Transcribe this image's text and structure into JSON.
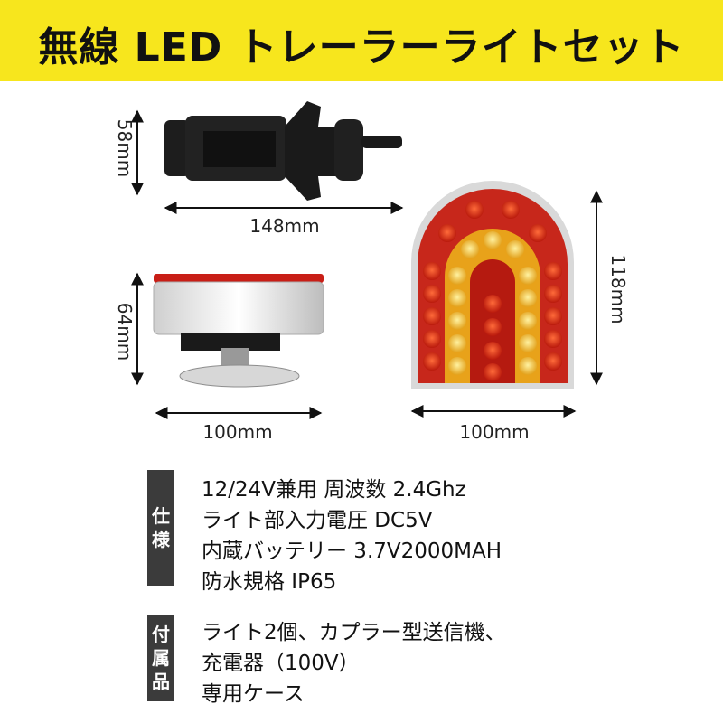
{
  "banner": {
    "title": "無線 LED トレーラーライトセット"
  },
  "dimensions": {
    "connector_height": "58mm",
    "connector_width": "148mm",
    "lamp_side_height": "64mm",
    "lamp_side_width": "100mm",
    "lamp_front_width": "100mm",
    "lamp_front_height": "118mm"
  },
  "specs": {
    "label": [
      "仕",
      "様"
    ],
    "lines": [
      "12/24V兼用 周波数 2.4Ghz",
      "ライト部入力電圧 DC5V",
      "内蔵バッテリー 3.7V2000MAH",
      "防水規格 IP65"
    ]
  },
  "accessories": {
    "label": [
      "付",
      "属",
      "品"
    ],
    "lines": [
      "ライト2個、カプラー型送信機、",
      "充電器（100V）",
      "専用ケース"
    ]
  },
  "colors": {
    "banner": "#f7e61d",
    "tab": "#3b3b3b",
    "lamp_red": "#d8281c",
    "lamp_amber": "#f2b41e"
  }
}
